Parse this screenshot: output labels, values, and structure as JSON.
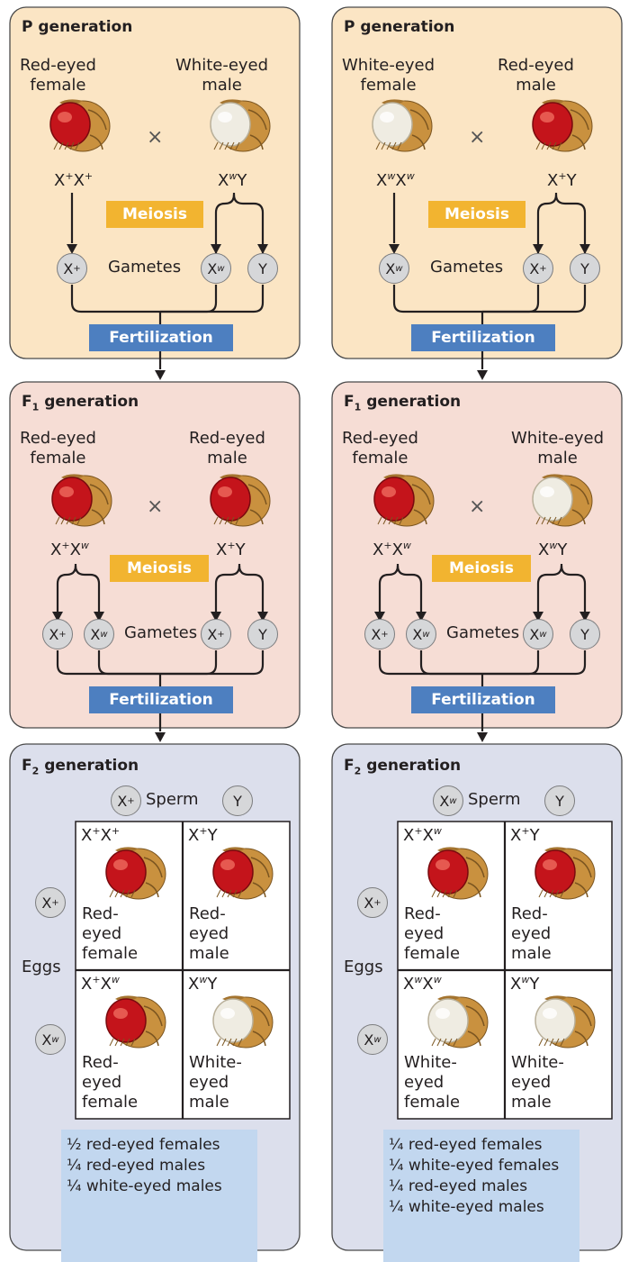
{
  "colors": {
    "p_panel": "#fbe5c4",
    "f1_panel": "#f6ddd5",
    "f2_panel": "#dcdfec",
    "meiosis": "#f2b430",
    "fertilization": "#4d7fc0",
    "gamete_circle": "#d6d7d9",
    "summary_box": "#c2d7ef"
  },
  "labels": {
    "p_generation": "P generation",
    "f1_generation": "F",
    "f1_sub": "1",
    "generation_word": " generation",
    "f2_generation": "F",
    "f2_sub": "2",
    "meiosis": "Meiosis",
    "fertilization": "Fertilization",
    "gametes": "Gametes",
    "sperm": "Sperm",
    "eggs": "Eggs",
    "cross": "×"
  },
  "left": {
    "p_female": [
      "Red-eyed",
      "female"
    ],
    "p_male": [
      "White-eyed",
      "male"
    ],
    "f1_female": [
      "Red-eyed",
      "female"
    ],
    "f1_male": [
      "Red-eyed",
      "male"
    ],
    "summary": [
      "½ red-eyed females",
      "¼ red-eyed males",
      "¼ white-eyed males"
    ],
    "cells": [
      {
        "lines": [
          "Red-",
          "eyed",
          "female"
        ]
      },
      {
        "lines": [
          "Red-",
          "eyed",
          "male"
        ]
      },
      {
        "lines": [
          "Red-",
          "eyed",
          "female"
        ]
      },
      {
        "lines": [
          "White-",
          "eyed",
          "male"
        ]
      }
    ]
  },
  "right": {
    "p_female": [
      "White-eyed",
      "female"
    ],
    "p_male": [
      "Red-eyed",
      "male"
    ],
    "f1_female": [
      "Red-eyed",
      "female"
    ],
    "f1_male": [
      "White-eyed",
      "male"
    ],
    "summary": [
      "¼ red-eyed females",
      "¼ white-eyed females",
      "¼ red-eyed males",
      "¼ white-eyed males"
    ],
    "cells": [
      {
        "lines": [
          "Red-",
          "eyed",
          "female"
        ]
      },
      {
        "lines": [
          "Red-",
          "eyed",
          "male"
        ]
      },
      {
        "lines": [
          "White-",
          "eyed",
          "female"
        ]
      },
      {
        "lines": [
          "White-",
          "eyed",
          "male"
        ]
      }
    ]
  },
  "alleles": {
    "X": "X",
    "Y": "Y",
    "plus": "+",
    "w": "w"
  }
}
